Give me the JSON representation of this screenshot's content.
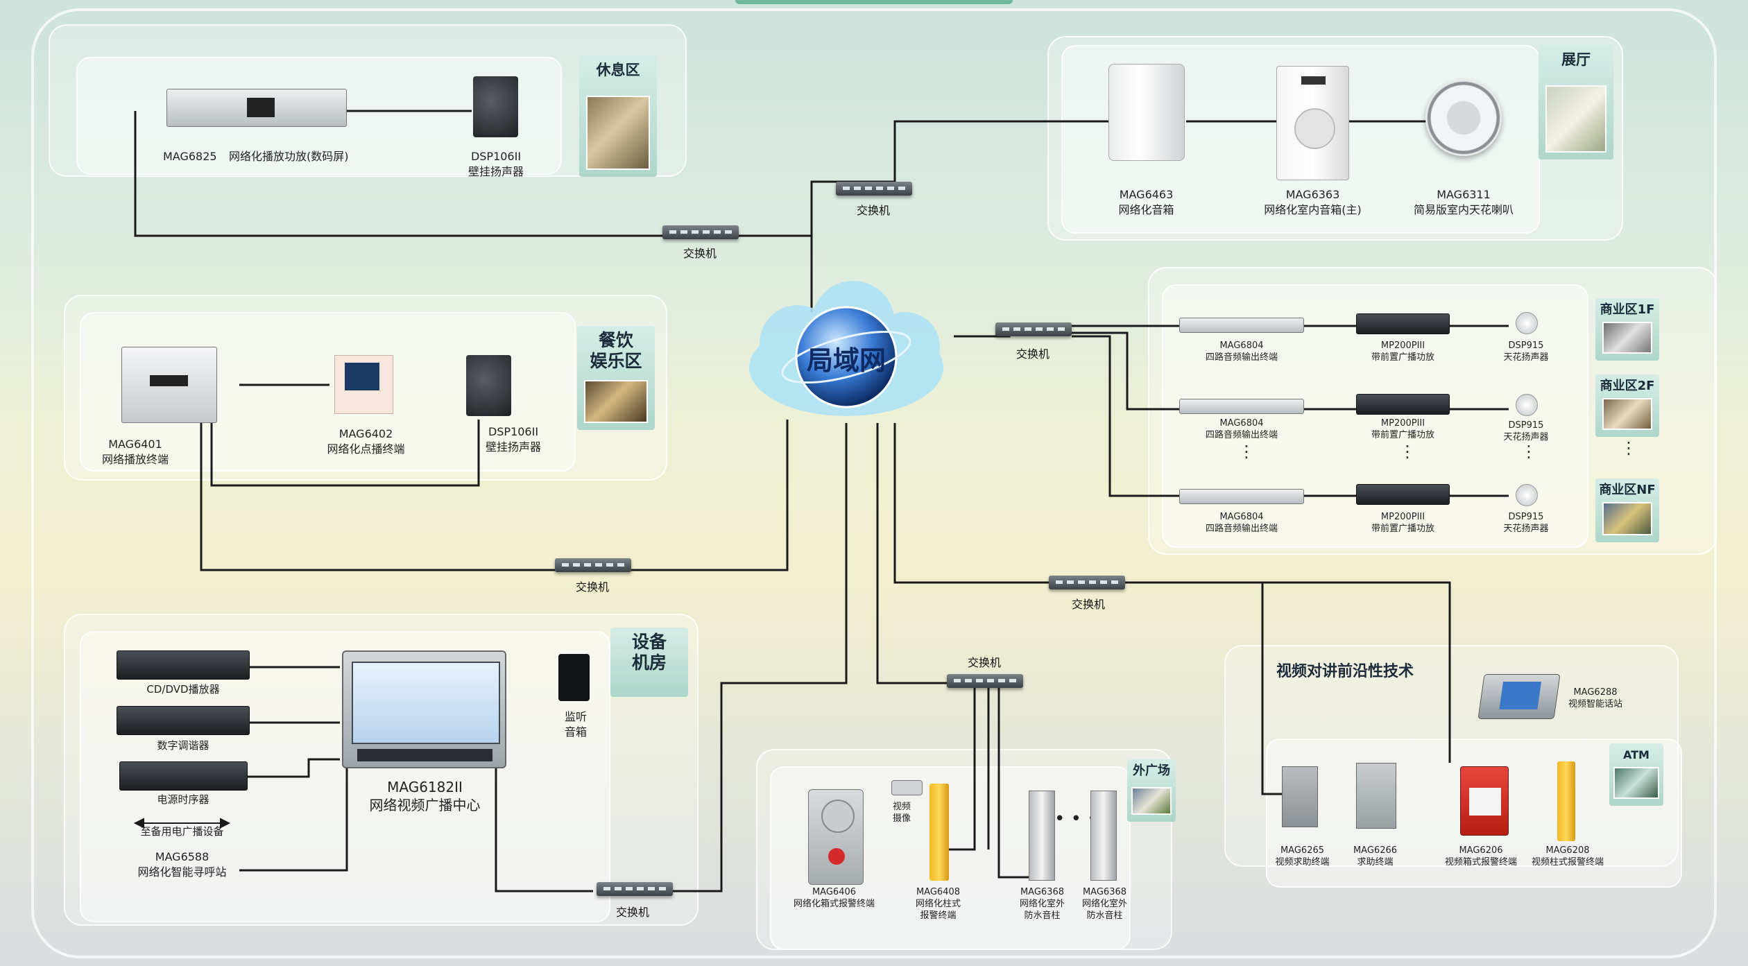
{
  "network_center": "局域网",
  "switch_label": "交换机",
  "areas": {
    "lounge": {
      "title": "休息区",
      "devices": [
        {
          "model": "MAG6825",
          "desc": "网络化播放功放(数码屏)"
        },
        {
          "model": "DSP106II",
          "desc": "壁挂扬声器"
        }
      ]
    },
    "dining": {
      "title_line1": "餐饮",
      "title_line2": "娱乐区",
      "devices": [
        {
          "model": "MAG6401",
          "desc": "网络播放终端"
        },
        {
          "model": "MAG6402",
          "desc": "网络化点播终端"
        },
        {
          "model": "DSP106II",
          "desc": "壁挂扬声器"
        }
      ]
    },
    "hall": {
      "title": "展厅",
      "devices": [
        {
          "model": "MAG6463",
          "desc": "网络化音箱"
        },
        {
          "model": "MAG6363",
          "desc": "网络化室内音箱(主)"
        },
        {
          "model": "MAG6311",
          "desc": "简易版室内天花喇叭"
        }
      ]
    },
    "commercial": {
      "zones": [
        "商业区1F",
        "商业区2F",
        "商业区NF"
      ],
      "row": [
        {
          "model": "MAG6804",
          "desc": "四路音频输出终端"
        },
        {
          "model": "MP200PIII",
          "desc": "带前置广播功放"
        },
        {
          "model": "DSP915",
          "desc": "天花扬声器"
        }
      ]
    },
    "equipment": {
      "title_line1": "设备",
      "title_line2": "机房",
      "devices": [
        {
          "desc": "CD/DVD播放器"
        },
        {
          "desc": "数字调谐器"
        },
        {
          "desc": "电源时序器"
        },
        {
          "desc": "至备用电广播设备"
        },
        {
          "model": "MAG6588",
          "desc": "网络化智能寻呼站"
        },
        {
          "model": "MAG6182II",
          "desc": "网络视频广播中心"
        },
        {
          "desc_line1": "监听",
          "desc_line2": "音箱"
        }
      ]
    },
    "outdoor": {
      "title": "外广场",
      "devices": [
        {
          "desc_line1": "视频",
          "desc_line2": "摄像"
        },
        {
          "model": "MAG6406",
          "desc": "网络化箱式报警终端"
        },
        {
          "model": "MAG6408",
          "desc_line1": "网络化柱式",
          "desc_line2": "报警终端"
        },
        {
          "model": "MAG6368",
          "desc_line1": "网络化室外",
          "desc_line2": "防水音柱"
        },
        {
          "model": "MAG6368",
          "desc_line1": "网络化室外",
          "desc_line2": "防水音柱"
        }
      ]
    },
    "video_intercom": {
      "title": "视频对讲前沿性技术",
      "atm": "ATM",
      "devices": [
        {
          "model": "MAG6288",
          "desc": "视频智能话站"
        },
        {
          "model": "MAG6265",
          "desc": "视频求助终端"
        },
        {
          "model": "MAG6266",
          "desc": "求助终端"
        },
        {
          "model": "MAG6206",
          "desc": "视频箱式报警终端"
        },
        {
          "model": "MAG6208",
          "desc": "视频柱式报警终端"
        }
      ]
    }
  },
  "colors": {
    "line": "#1a1a1a",
    "panel_tag": "#b3d9cd",
    "cloud": "#aee3f5",
    "globe": "#1f4f9c"
  }
}
